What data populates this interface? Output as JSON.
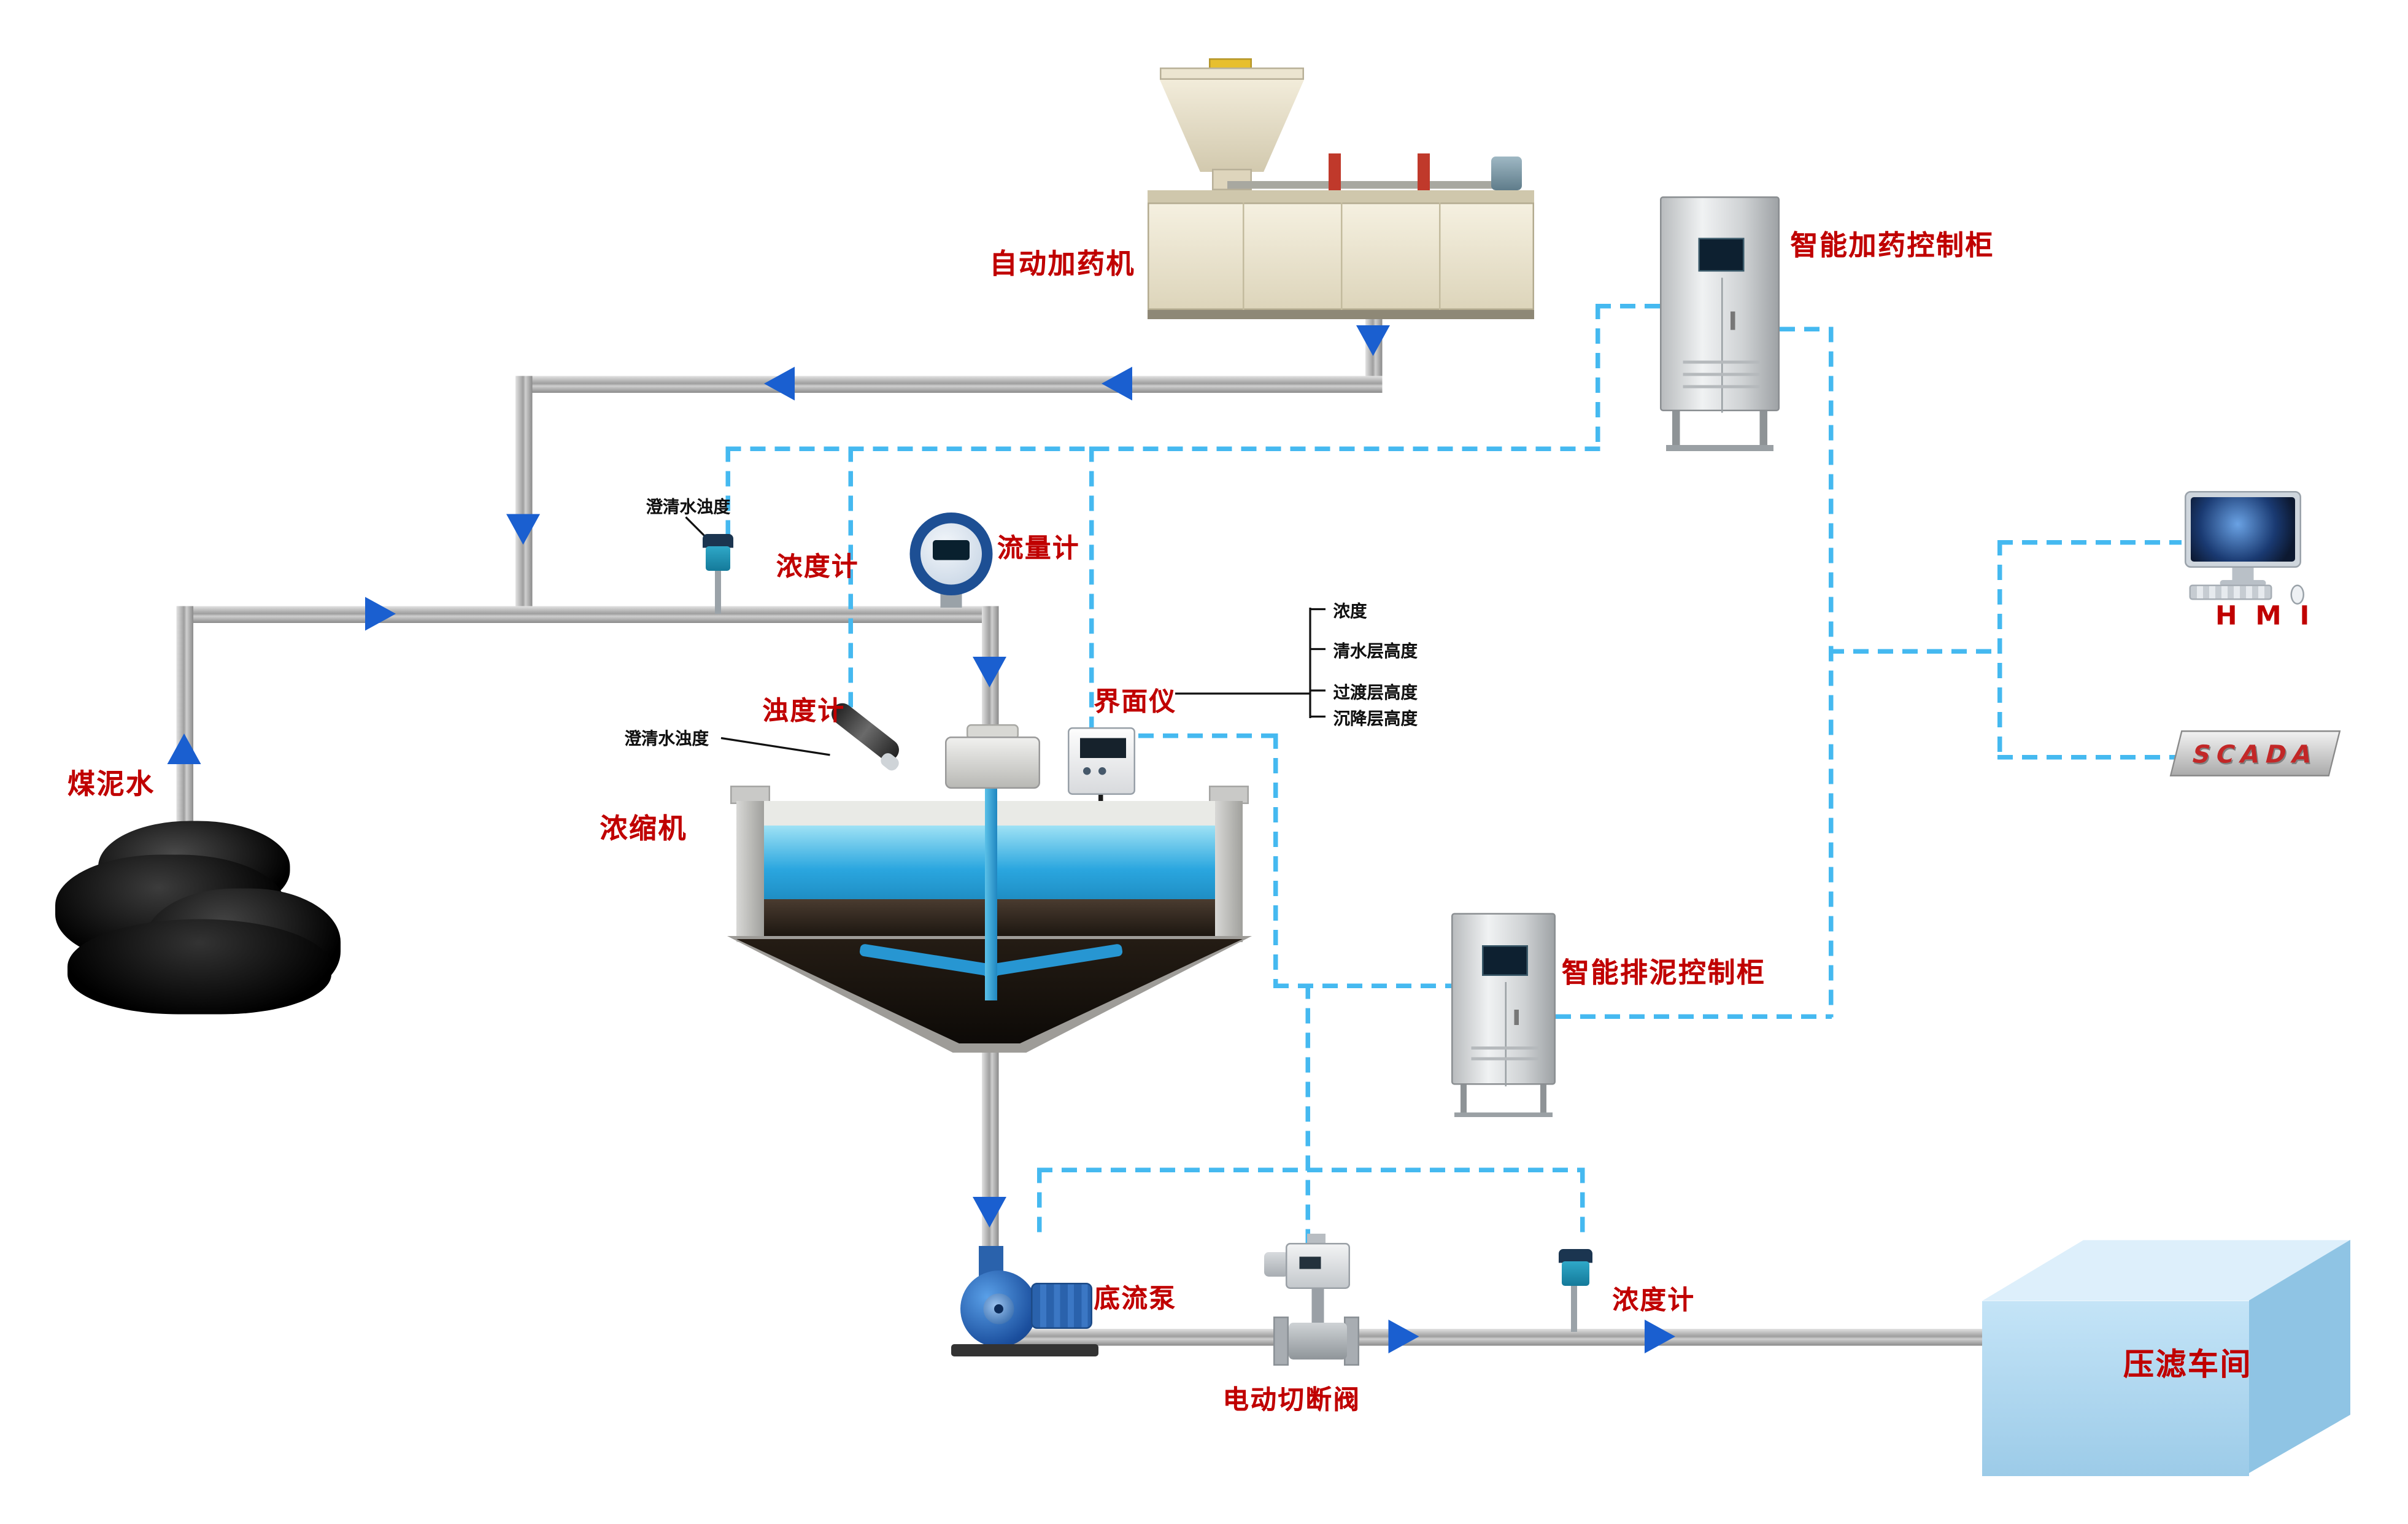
{
  "colors": {
    "label_red": "#c00000",
    "signal_line": "#45b9f0",
    "arrow_blue": "#1a5fd0",
    "pipe_gray": "#b8b8b8",
    "water_blue": "#2aa6df"
  },
  "nodes": {
    "auto_doser": {
      "label": "自动加药机"
    },
    "dosing_cabinet": {
      "label": "智能加药控制柜"
    },
    "hmi": {
      "label": "H M I"
    },
    "scada": {
      "label": "SCADA"
    },
    "coal_slurry": {
      "label": "煤泥水"
    },
    "concentration_meter_top": {
      "label": "浓度计",
      "note": "澄清水浊度"
    },
    "flow_meter": {
      "label": "流量计"
    },
    "turbidity_meter": {
      "label": "浊度计",
      "note": "澄清水浊度"
    },
    "interface_meter": {
      "label": "界面仪",
      "readouts": [
        "浓度",
        "清水层高度",
        "过渡层高度",
        "沉降层高度"
      ]
    },
    "thickener": {
      "label": "浓缩机"
    },
    "mud_cabinet": {
      "label": "智能排泥控制柜"
    },
    "underflow_pump": {
      "label": "底流泵"
    },
    "shutoff_valve": {
      "label": "电动切断阀"
    },
    "concentration_meter_bottom": {
      "label": "浓度计"
    },
    "filter_press": {
      "label": "压滤车间"
    }
  }
}
